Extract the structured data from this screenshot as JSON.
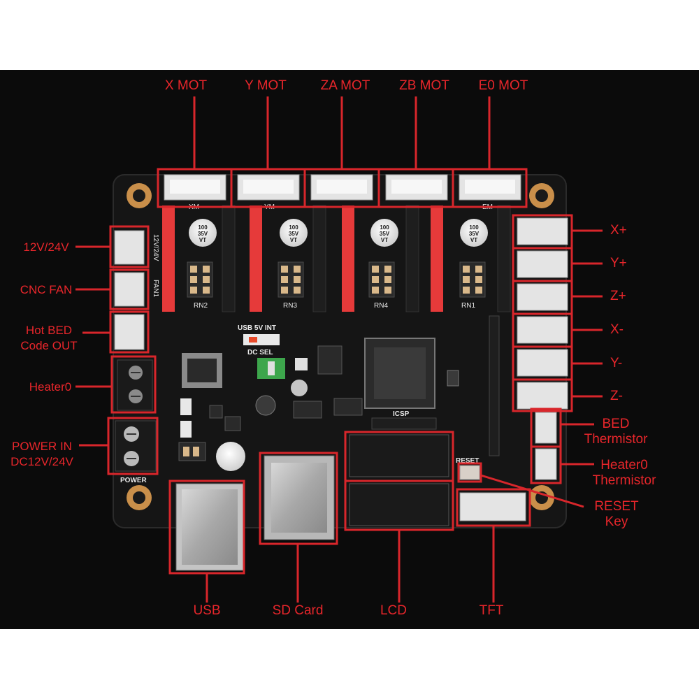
{
  "labels": {
    "top": {
      "x_mot": "X MOT",
      "y_mot": "Y MOT",
      "za_mot": "ZA MOT",
      "zb_mot": "ZB MOT",
      "e0_mot": "E0 MOT"
    },
    "left": {
      "v12_24": "12V/24V",
      "cnc_fan": "CNC FAN",
      "hot_bed": "Hot BED\nCode OUT",
      "heater0": "Heater0",
      "power_in": "POWER IN\nDC12V/24V"
    },
    "right": {
      "x_plus": "X+",
      "y_plus": "Y+",
      "z_plus": "Z+",
      "x_minus": "X-",
      "y_minus": "Y-",
      "z_minus": "Z-",
      "bed_thermistor": "BED\nThermistor",
      "heater0_thermistor": "Heater0\nThermistor",
      "reset_key": "RESET\nKey"
    },
    "bottom": {
      "usb": "USB",
      "sd_card": "SD Card",
      "lcd": "LCD",
      "tft": "TFT"
    }
  },
  "silkscreen": {
    "xm": "XM",
    "ym": "YM",
    "em": "EM",
    "rn2": "RN2",
    "rn3": "RN3",
    "rn4": "RN4",
    "rn1": "RN1",
    "usb_5v_int": "USB 5V INT",
    "dc_sel": "DC SEL",
    "icsp": "ICSP",
    "reset": "RESET",
    "power": "POWER",
    "v12_24": "12V/24V",
    "fan1": "FAN1",
    "cap_100": "100",
    "cap_35v": "35V",
    "cap_vt": "VT"
  },
  "colors": {
    "label_red": "#e8262b",
    "board": "#151515",
    "header_red": "#e63a3a",
    "background": "#0b0b0b"
  }
}
